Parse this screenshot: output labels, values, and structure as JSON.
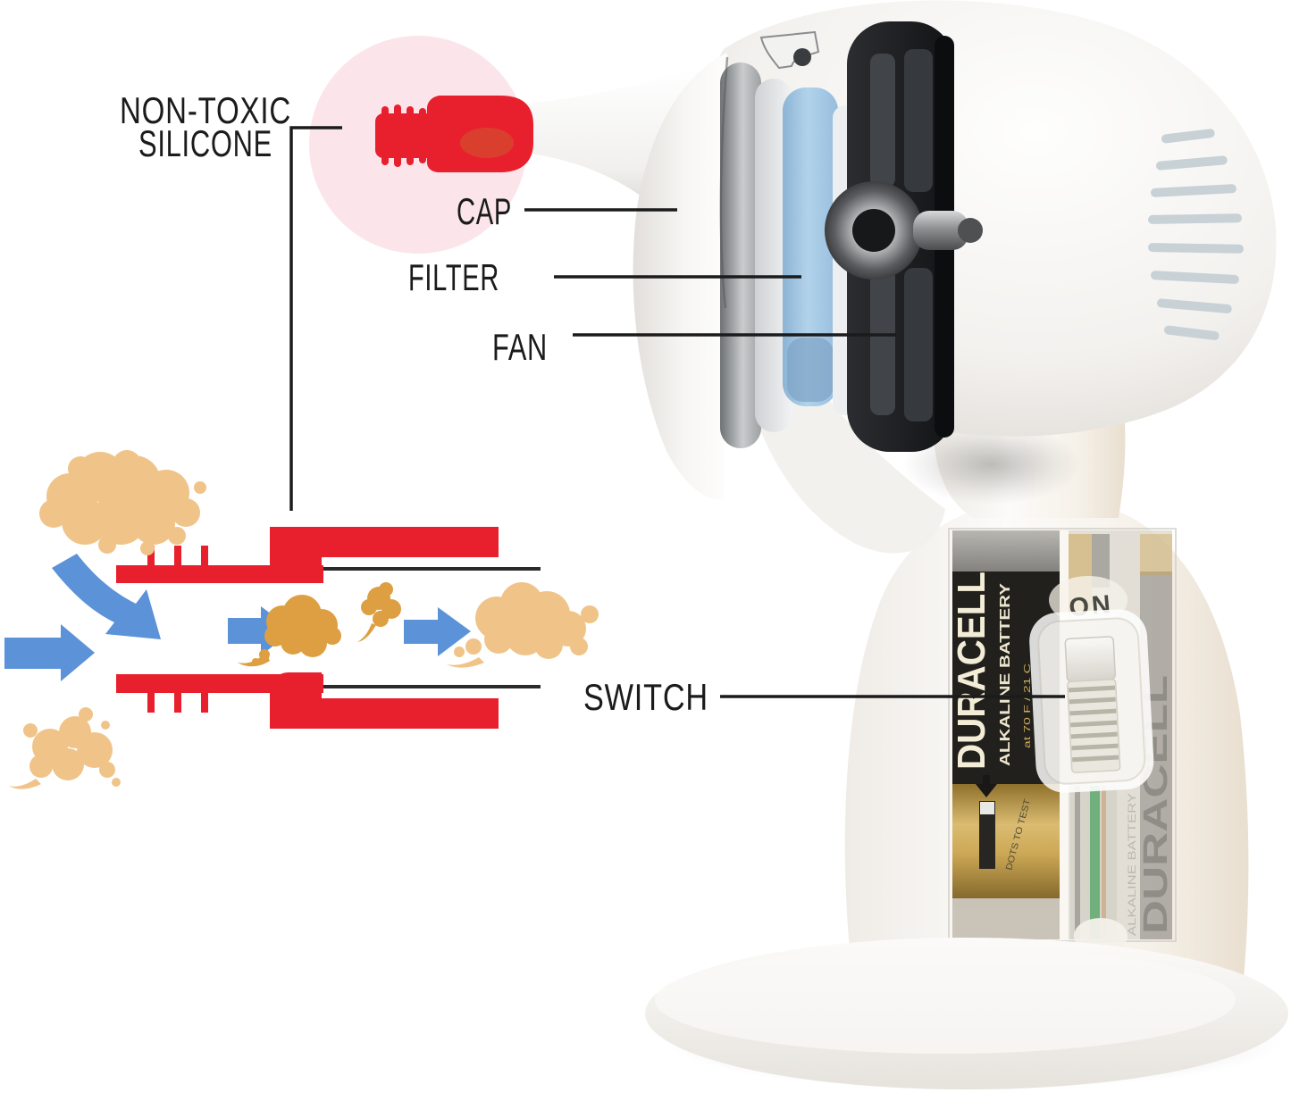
{
  "labels": {
    "silicone_line1": "NON-TOXIC",
    "silicone_line2": "SILICONE",
    "cap": "CAP",
    "filter": "FILTER",
    "fan": "FAN",
    "switch": "SWITCH"
  },
  "device": {
    "switch_state": "ON",
    "battery": {
      "brand": "DURACELL",
      "type": "ALKALINE BATTERY",
      "temp_note": "at 70 F / 21 C",
      "test_note": "DOTS TO TEST"
    }
  },
  "colors": {
    "red": "#e8202e",
    "pink_highlight": "#fbe5ea",
    "arrow_blue": "#5b92d8",
    "wax_light": "#f0c489",
    "wax_dark": "#de9f42",
    "filter_blue": "#a6c9e6",
    "battery_gold": "#c79a3d",
    "label_text": "#1b1b1b"
  }
}
